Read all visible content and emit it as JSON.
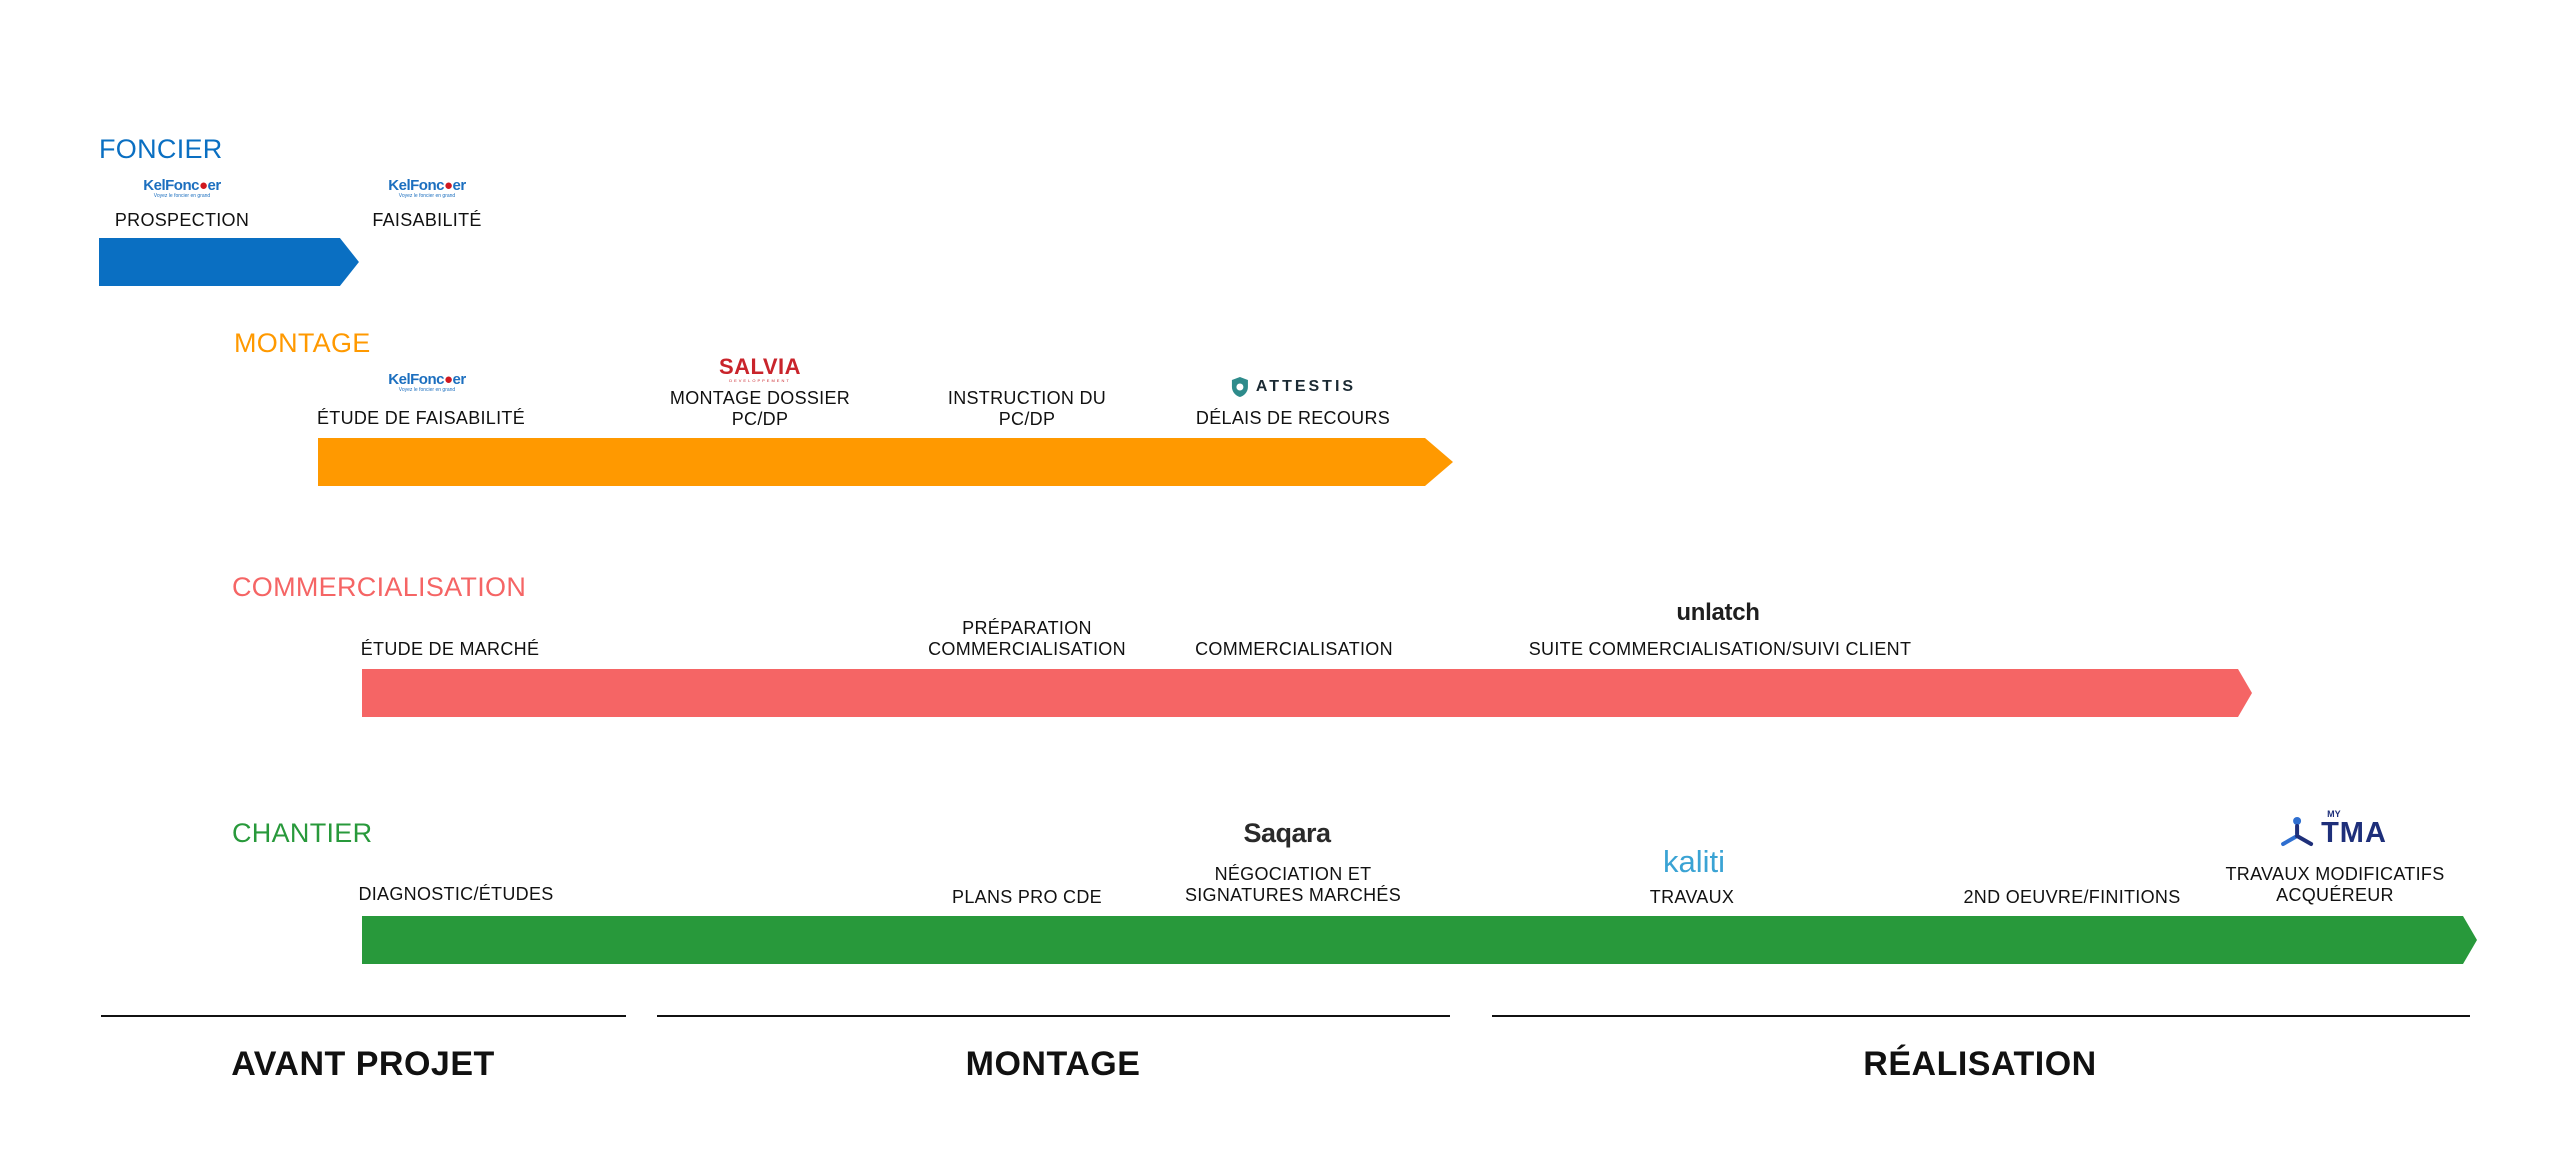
{
  "colors": {
    "foncier": "#0a6fc2",
    "montage": "#ff9900",
    "commercialisation": "#f56565",
    "chantier": "#28993b"
  },
  "foncier": {
    "title": "FONCIER",
    "labels": {
      "prospection": "PROSPECTION",
      "faisabilite": "FAISABILITÉ"
    }
  },
  "montage": {
    "title": "MONTAGE",
    "labels": {
      "etude_faisabilite": "ÉTUDE DE FAISABILITÉ",
      "montage_dossier_1": "MONTAGE DOSSIER",
      "montage_dossier_2": "PC/DP",
      "instruction_1": "INSTRUCTION DU",
      "instruction_2": "PC/DP",
      "delais": "DÉLAIS DE RECOURS"
    }
  },
  "commercialisation": {
    "title": "COMMERCIALISATION",
    "labels": {
      "etude_marche": "ÉTUDE DE MARCHÉ",
      "preparation_1": "PRÉPARATION",
      "preparation_2": "COMMERCIALISATION",
      "commercialisation": "COMMERCIALISATION",
      "suite": "SUITE COMMERCIALISATION/SUIVI CLIENT"
    }
  },
  "chantier": {
    "title": "CHANTIER",
    "labels": {
      "diagnostic": "DIAGNOSTIC/ÉTUDES",
      "plans": "PLANS PRO CDE",
      "negociation_1": "NÉGOCIATION ET",
      "negociation_2": "SIGNATURES MARCHÉS",
      "travaux": "TRAVAUX",
      "second_oeuvre": "2ND OEUVRE/FINITIONS",
      "modificatifs_1": "TRAVAUX MODIFICATIFS",
      "modificatifs_2": "ACQUÉREUR"
    }
  },
  "logos": {
    "kelfoncier_a": "KelFonc",
    "kelfoncier_b": "er",
    "kelfoncier_tagline": "Voyez le foncier en grand",
    "salvia": "SALVIA",
    "salvia_tagline": "DEVELOPPEMENT",
    "attestis": "ATTESTIS",
    "unlatch": "unlatch",
    "saqara": "Saqara",
    "kaliti": "kaliti",
    "mytma_my": "MY",
    "mytma_tma": "TMA"
  },
  "phases": {
    "avant_projet": "AVANT PROJET",
    "montage": "MONTAGE",
    "realisation": "RÉALISATION"
  }
}
